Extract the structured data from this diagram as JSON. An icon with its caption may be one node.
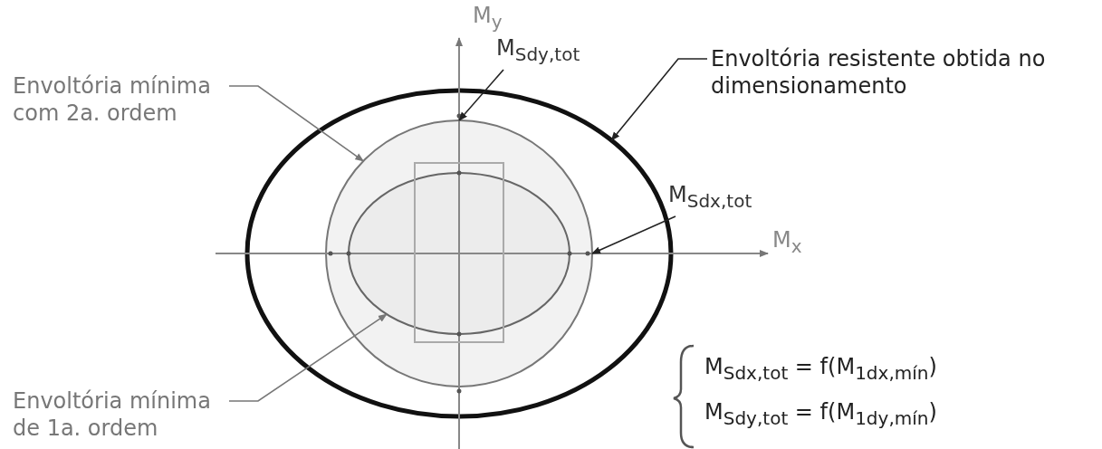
{
  "diagram": {
    "nodes": [
      {
        "text": [
          "Envoltória mínima com 2a. ordem"
        ]
      },
      {
        "text": [
          "M$_{Sdy,tot}$"
        ]
      },
      {
        "text": [
          "Envoltória resistente obtida no dimensionamento"
        ]
      },
      {
        "text": [
          "M$_{Sdx,tot}$"
        ]
      },
      {
        "text": [
          "Envoltória mínima de 1a. ordem"
        ]
      },
      {
        "text": [],
        "shape": "circle",
        "in": 6
      },
      {
        "text": [],
        "shape": "ellipse"
      },
      {
        "text": [],
        "shape": "ellipse",
        "in": 5
      }
    ],
    "edges": [
      {
        "from": 0,
        "to": 5,
        "arrow": "to"
      },
      {
        "from": 1,
        "to": 5,
        "arrow": "to"
      },
      {
        "from": 2,
        "to": 6,
        "arrow": "to"
      },
      {
        "from": 3,
        "to": 5,
        "arrow": "to"
      },
      {
        "from": 4,
        "to": 7,
        "arrow": "to"
      }
    ],
    "labels": [
      "M$_{y}$",
      "M$_{x}$",
      "M$_{Sdx,tot}$ = f(M$_{1dx,mín}$)",
      "M$_{Sdy,tot}$ = f(M$_{1dy,mín}$)"
    ]
  }
}
